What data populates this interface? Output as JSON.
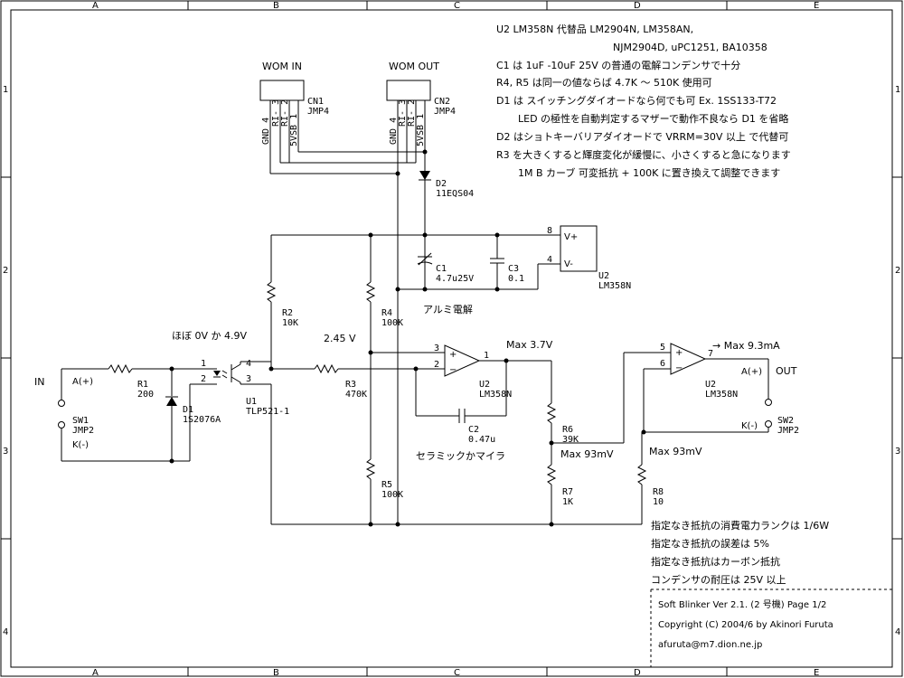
{
  "border": {
    "cols": [
      "A",
      "B",
      "C",
      "D",
      "E"
    ],
    "rows": [
      "1",
      "2",
      "3",
      "4"
    ]
  },
  "connectors": {
    "wom_in": {
      "title": "WOM IN",
      "ref": "CN1",
      "model": "JMP4",
      "pins": [
        "GND 4",
        "RI- 3",
        "RI- 2",
        "5VSB 1"
      ]
    },
    "wom_out": {
      "title": "WOM OUT",
      "ref": "CN2",
      "model": "JMP4",
      "pins": [
        "GND 4",
        "RI- 3",
        "RI- 2",
        "5VSB 1"
      ]
    }
  },
  "notes": [
    "U2 LM358N 代替品 LM2904N, LM358AN,",
    "NJM2904D, uPC1251, BA10358",
    "C1 は 1uF -10uF 25V の普通の電解コンデンサで十分",
    "R4, R5 は同一の値ならば 4.7K ～ 510K 使用可",
    "D1 は スイッチングダイオードなら何でも可 Ex. 1SS133-T72",
    "LED の極性を自動判定するマザーで動作不良なら D1 を省略",
    "D2 はショトキーバリアダイオードで VRRM=30V 以上 で代替可",
    "R3 を大きくすると輝度変化が緩慢に、小さくすると急になります",
    "1M B カーブ 可変抵抗 + 100K に置き換えて調整できます"
  ],
  "notes_bottom": [
    "指定なき抵抗の消費電力ランクは 1/6W",
    "指定なき抵抗の誤差は 5%",
    "指定なき抵抗はカーボン抵抗",
    "コンデンサの耐圧は 25V 以上"
  ],
  "title_block": {
    "line1": "Soft Blinker Ver 2.1. (2 号機) Page 1/2",
    "line2": "Copyright (C) 2004/6 by Akinori Furuta",
    "line3": "afuruta@m7.dion.ne.jp"
  },
  "components": {
    "d2": {
      "ref": "D2",
      "value": "11EQS04"
    },
    "u2_power": {
      "ref": "U2",
      "value": "LM358N",
      "pin_vp": "8",
      "pin_vm": "4",
      "vp": "V+",
      "vm": "V-"
    },
    "c1": {
      "ref": "C1",
      "value": "4.7u25V"
    },
    "c3": {
      "ref": "C3",
      "value": "0.1"
    },
    "alumi": "アルミ電解",
    "r2": {
      "ref": "R2",
      "value": "10K"
    },
    "r4": {
      "ref": "R4",
      "value": "100K"
    },
    "r5": {
      "ref": "R5",
      "value": "100K"
    },
    "r1": {
      "ref": "R1",
      "value": "200"
    },
    "d1": {
      "ref": "D1",
      "value": "1S2076A"
    },
    "u1": {
      "ref": "U1",
      "value": "TLP521-1",
      "p1": "1",
      "p2": "2",
      "p3": "3",
      "p4": "4"
    },
    "r3": {
      "ref": "R3",
      "value": "470K"
    },
    "u2a": {
      "ref": "U2",
      "value": "LM358N",
      "p3": "3",
      "p2": "2",
      "p1": "1"
    },
    "c2": {
      "ref": "C2",
      "value": "0.47u",
      "note": "セラミックかマイラ"
    },
    "r6": {
      "ref": "R6",
      "value": "39K"
    },
    "r7": {
      "ref": "R7",
      "value": "1K"
    },
    "u2b": {
      "ref": "U2",
      "value": "LM358N",
      "p5": "5",
      "p6": "6",
      "p7": "7"
    },
    "r8": {
      "ref": "R8",
      "value": "10"
    },
    "sw1": {
      "ref": "SW1",
      "value": "JMP2",
      "a": "A(+)",
      "k": "K(-)"
    },
    "sw2": {
      "ref": "SW2",
      "value": "JMP2",
      "a": "A(+)",
      "k": "K(-)"
    }
  },
  "labels": {
    "in": "IN",
    "out": "OUT",
    "v_approx": "ほぼ 0V か 4.9V",
    "v245": "2.45 V",
    "max37": "Max 3.7V",
    "max93ma": "→ Max 9.3mA",
    "max93mv_a": "Max 93mV",
    "max93mv_b": "Max 93mV"
  }
}
